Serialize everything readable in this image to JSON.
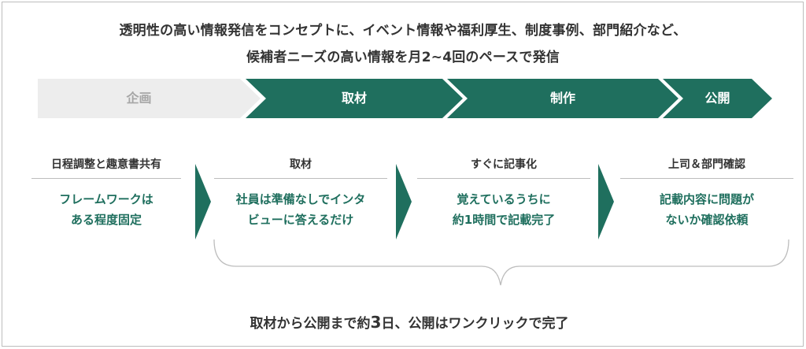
{
  "headline": {
    "line1": "透明性の高い情報発信をコンセプトに、イベント情報や福利厚生、制度事例、部門紹介など、",
    "line2": "候補者ニーズの高い情報を月2~4回のペースで発信"
  },
  "phases": [
    {
      "label": "企画",
      "active": false
    },
    {
      "label": "取材",
      "active": true
    },
    {
      "label": "制作",
      "active": true
    },
    {
      "label": "公開",
      "active": true
    }
  ],
  "steps": [
    {
      "title": "日程調整と趣意書共有",
      "desc": "フレームワークは\nある程度固定"
    },
    {
      "title": "取材",
      "desc": "社員は準備なしでインタ\nビューに答えるだけ"
    },
    {
      "title": "すぐに記事化",
      "desc": "覚えているうちに\n約1時間で記載完了"
    },
    {
      "title": "上司＆部門確認",
      "desc": "記載内容に問題が\nないか確認依頼"
    }
  ],
  "footer": {
    "before": "取材から公開まで約",
    "number": "3",
    "after": "日、公開はワンクリックで完了"
  },
  "colors": {
    "accent": "#1f6f5e",
    "inactive_fill": "#ededed",
    "inactive_text": "#a6a6a6",
    "text": "#333333"
  }
}
